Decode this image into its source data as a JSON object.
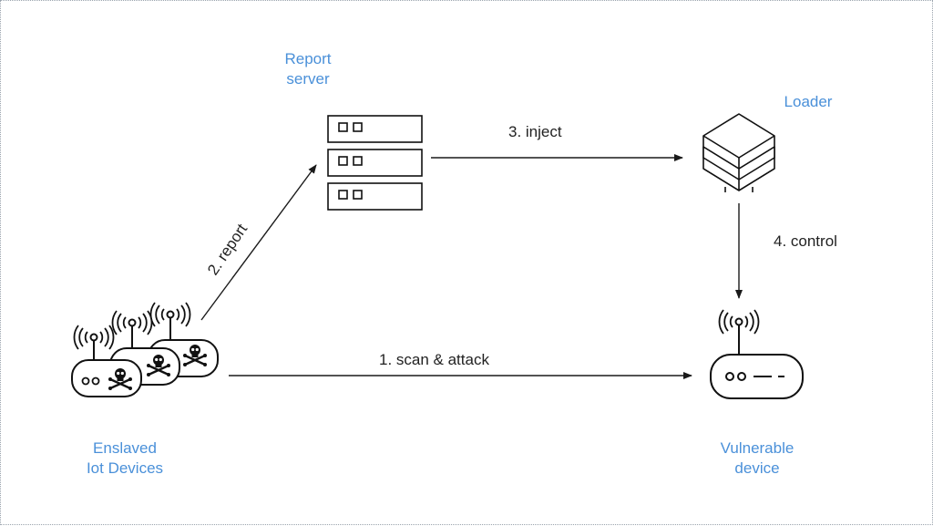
{
  "colors": {
    "accent": "#4a90d9",
    "ink": "#1a1a1a"
  },
  "nodes": {
    "report_server": {
      "line1": "Report",
      "line2": "server",
      "icon": "server-rack-icon"
    },
    "loader": {
      "label": "Loader",
      "icon": "stacked-layers-icon"
    },
    "enslaved": {
      "line1": "Enslaved",
      "line2": "Iot Devices",
      "icon": "infected-router-group-icon"
    },
    "vulnerable": {
      "line1": "Vulnerable",
      "line2": "device",
      "icon": "router-icon"
    }
  },
  "edges": {
    "scan": "1. scan & attack",
    "report": "2. report",
    "inject": "3. inject",
    "control": "4. control"
  }
}
